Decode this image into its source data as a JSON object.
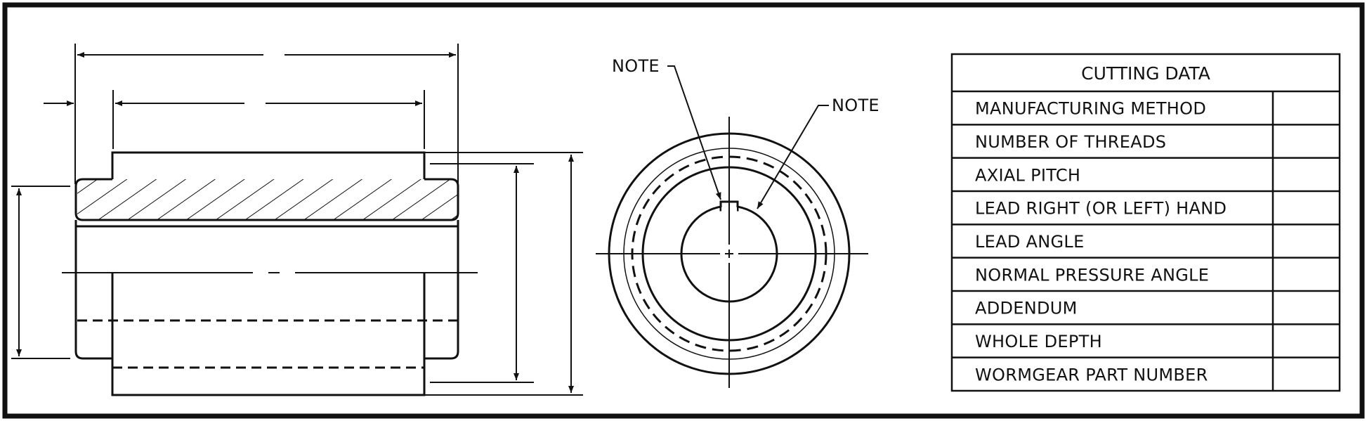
{
  "left_view": {},
  "end_view": {
    "note_left": "NOTE",
    "note_right": "NOTE"
  },
  "cutting_data": {
    "title": "CUTTING DATA",
    "rows": [
      {
        "label": "MANUFACTURING METHOD",
        "value": ""
      },
      {
        "label": "NUMBER OF THREADS",
        "value": ""
      },
      {
        "label": "AXIAL PITCH",
        "value": ""
      },
      {
        "label": "LEAD RIGHT (OR LEFT) HAND",
        "value": ""
      },
      {
        "label": "LEAD ANGLE",
        "value": ""
      },
      {
        "label": "NORMAL PRESSURE ANGLE",
        "value": ""
      },
      {
        "label": "ADDENDUM",
        "value": ""
      },
      {
        "label": "WHOLE DEPTH",
        "value": ""
      },
      {
        "label": "WORMGEAR PART NUMBER",
        "value": ""
      }
    ]
  }
}
